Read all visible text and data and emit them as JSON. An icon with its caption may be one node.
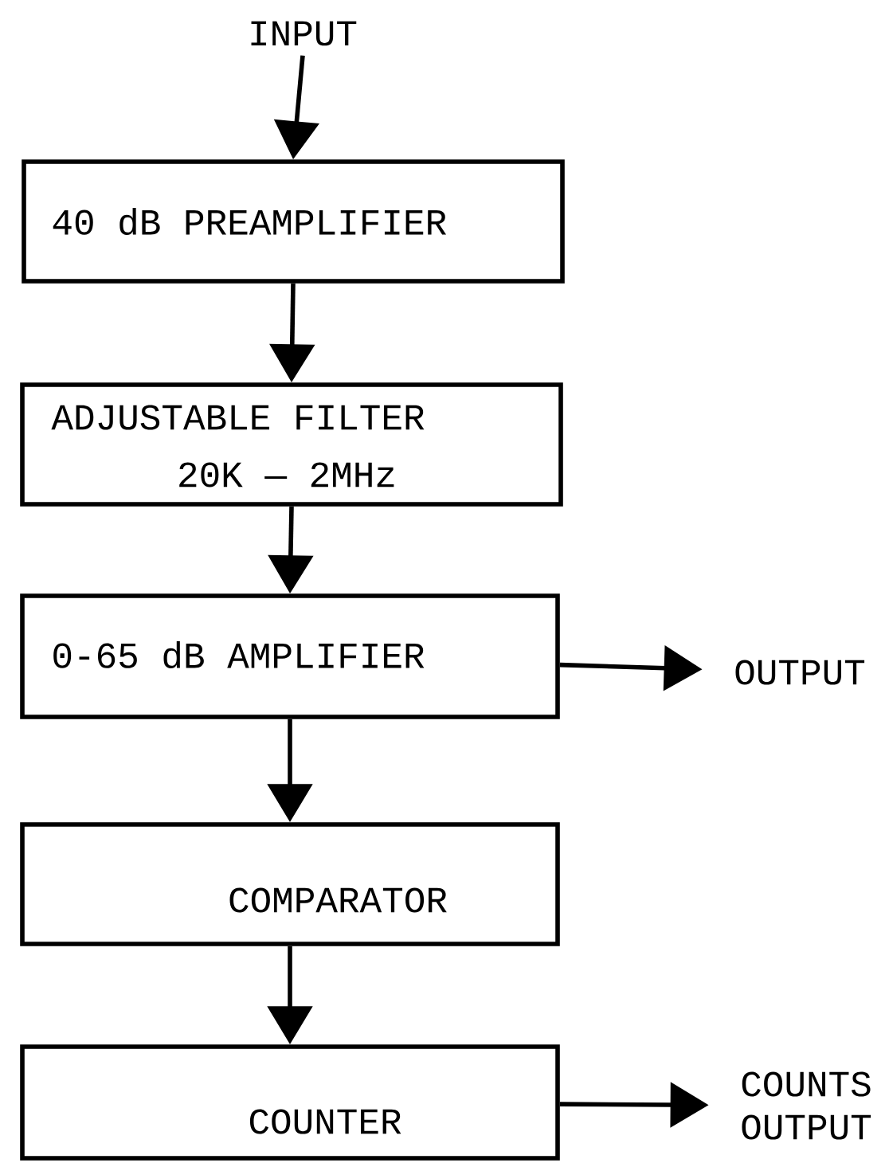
{
  "diagram": {
    "nodes": [
      {
        "text": [
          "INPUT"
        ]
      },
      {
        "text": [
          "40 dB PREAMPLIFIER"
        ]
      },
      {
        "text": [
          "ADJUSTABLE FILTER",
          "20K — 2MHz"
        ]
      },
      {
        "text": [
          "0-65 dB AMPLIFIER"
        ]
      },
      {
        "text": [
          "OUTPUT"
        ]
      },
      {
        "text": [
          "COMPARATOR"
        ]
      },
      {
        "text": [
          "COUNTER"
        ]
      },
      {
        "text": [
          "COUNTS OUTPUT"
        ]
      }
    ],
    "edges": [
      {
        "from": 0,
        "to": 1,
        "arrow": "to"
      },
      {
        "from": 1,
        "to": 2,
        "arrow": "to"
      },
      {
        "from": 2,
        "to": 3,
        "arrow": "to"
      },
      {
        "from": 3,
        "to": 4,
        "arrow": "to"
      },
      {
        "from": 3,
        "to": 5,
        "arrow": "to"
      },
      {
        "from": 5,
        "to": 6,
        "arrow": "to"
      },
      {
        "from": 6,
        "to": 7,
        "arrow": "to"
      }
    ]
  }
}
